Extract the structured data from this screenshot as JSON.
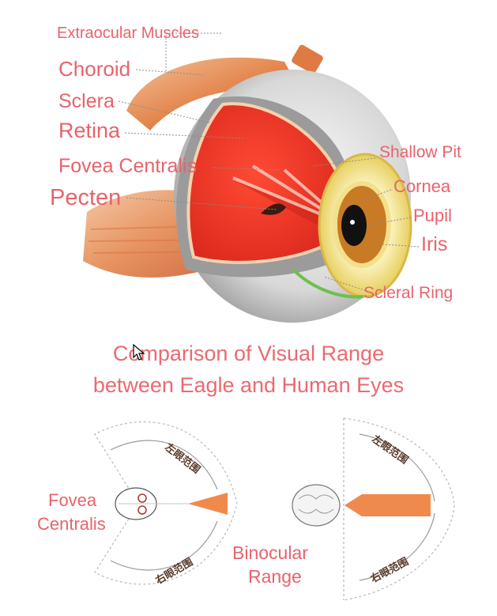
{
  "eye_labels": {
    "extraocular": "Extraocular Muscles",
    "choroid": "Choroid",
    "sclera": "Sclera",
    "retina": "Retina",
    "fovea": "Fovea Centralis",
    "pecten": "Pecten",
    "shallow_pit": "Shallow Pit",
    "cornea": "Cornea",
    "pupil": "Pupil",
    "iris": "Iris",
    "scleral_ring": "Scleral Ring"
  },
  "title": {
    "line1": "Comparison of Visual Range",
    "line2": "between Eagle and Human Eyes"
  },
  "comparison": {
    "fovea_line1": "Fovea",
    "fovea_line2": "Centralis",
    "binocular_line1": "Binocular",
    "binocular_line2": "Range",
    "left_field": "左眼范围",
    "right_field": "右眼范围"
  },
  "colors": {
    "label": "#e8636c",
    "retina": "#f03a2a",
    "iris_ring": "#f2e28a",
    "muscle": "#e48a55",
    "binocular": "#f08a4c"
  }
}
